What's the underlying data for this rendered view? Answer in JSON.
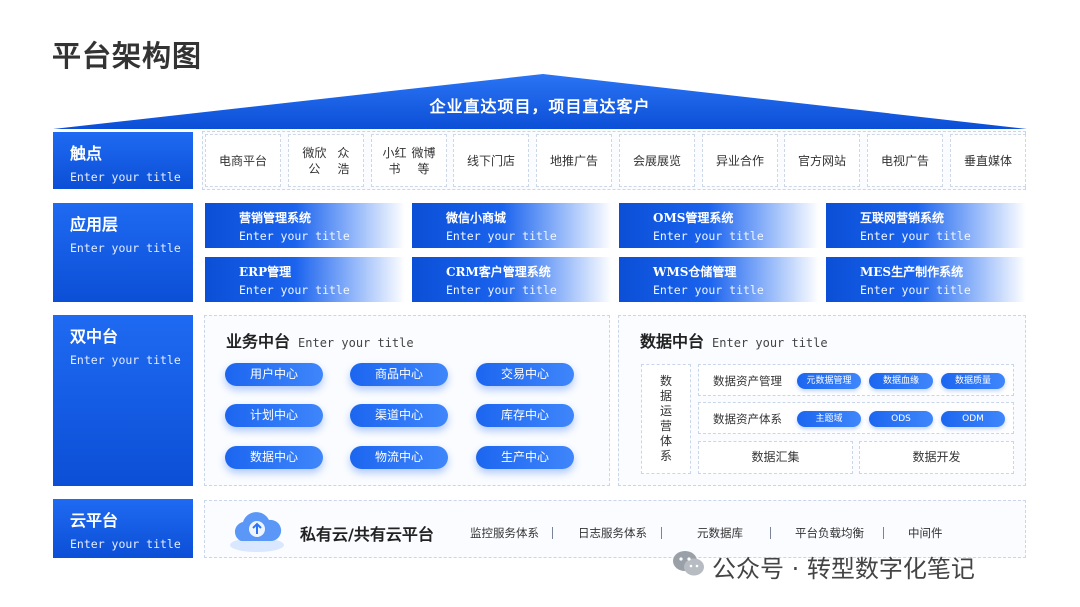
{
  "page_title": "平台架构图",
  "roof_text": "企业直达项目，项目直达客户",
  "layers": {
    "touch": {
      "title": "触点",
      "subtitle": "Enter your title"
    },
    "app": {
      "title": "应用层",
      "subtitle": "Enter your title"
    },
    "dual": {
      "title": "双中台",
      "subtitle": "Enter your title"
    },
    "cloud": {
      "title": "云平台",
      "subtitle": "Enter your title"
    }
  },
  "touchpoints": [
    "电商平台",
    "微欣公众浩",
    "小红书微博等",
    "线下门店",
    "地推广告",
    "会展展览",
    "异业合作",
    "官方网站",
    "电视广告",
    "垂直媒体"
  ],
  "apps": [
    {
      "title": "营销管理系统",
      "subtitle": "Enter your title"
    },
    {
      "title": "微信小商城",
      "subtitle": "Enter your title"
    },
    {
      "title": "OMS管理系统",
      "subtitle": "Enter your title"
    },
    {
      "title": "互联网营销系统",
      "subtitle": "Enter your title"
    },
    {
      "title": "ERP管理",
      "subtitle": "Enter your title"
    },
    {
      "title": "CRM客户管理系统",
      "subtitle": "Enter your title"
    },
    {
      "title": "WMS仓储管理",
      "subtitle": "Enter your title"
    },
    {
      "title": "MES生产制作系统",
      "subtitle": "Enter your title"
    }
  ],
  "business_center": {
    "title": "业务中台",
    "subtitle": "Enter your title",
    "items": [
      "用户中心",
      "商品中心",
      "交易中心",
      "计划中心",
      "渠道中心",
      "库存中心",
      "数据中心",
      "物流中心",
      "生产中心"
    ]
  },
  "data_center": {
    "title": "数据中台",
    "subtitle": "Enter your title",
    "ops_label": "数据运营体系",
    "asset_mgmt": {
      "label": "数据资产管理",
      "items": [
        "元数据管理",
        "数据血缘",
        "数据质量"
      ]
    },
    "asset_system": {
      "label": "数据资产体系",
      "items": [
        "主题域",
        "ODS",
        "ODM"
      ]
    },
    "bottom": [
      "数据汇集",
      "数据开发"
    ]
  },
  "cloud_platform": {
    "title": "私有云/共有云平台",
    "items": [
      "监控服务体系",
      "日志服务体系",
      "元数据库",
      "平台负载均衡",
      "中间件"
    ]
  },
  "watermark": "公众号 · 转型数字化笔记",
  "colors": {
    "primary": "#0b4fd6",
    "accent": "#1c66f0"
  }
}
